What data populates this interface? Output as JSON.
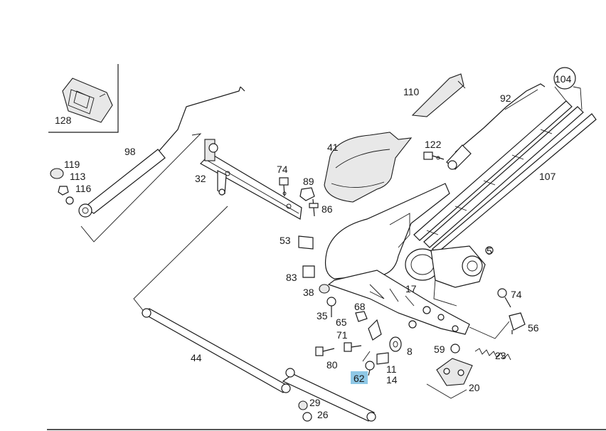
{
  "diagram": {
    "parts": [
      "128",
      "98",
      "119",
      "113",
      "116",
      "32",
      "74",
      "89",
      "86",
      "41",
      "110",
      "92",
      "104",
      "122",
      "107",
      "53",
      "83",
      "38",
      "35",
      "5",
      "17",
      "74",
      "68",
      "65",
      "71",
      "56",
      "59",
      "23",
      "80",
      "8",
      "62",
      "11",
      "14",
      "20",
      "44",
      "29",
      "26"
    ],
    "highlighted_part": "62",
    "highlight_color": "#8fc8e6",
    "line_color": "#1a1a1a",
    "background_color": "#ffffff"
  }
}
